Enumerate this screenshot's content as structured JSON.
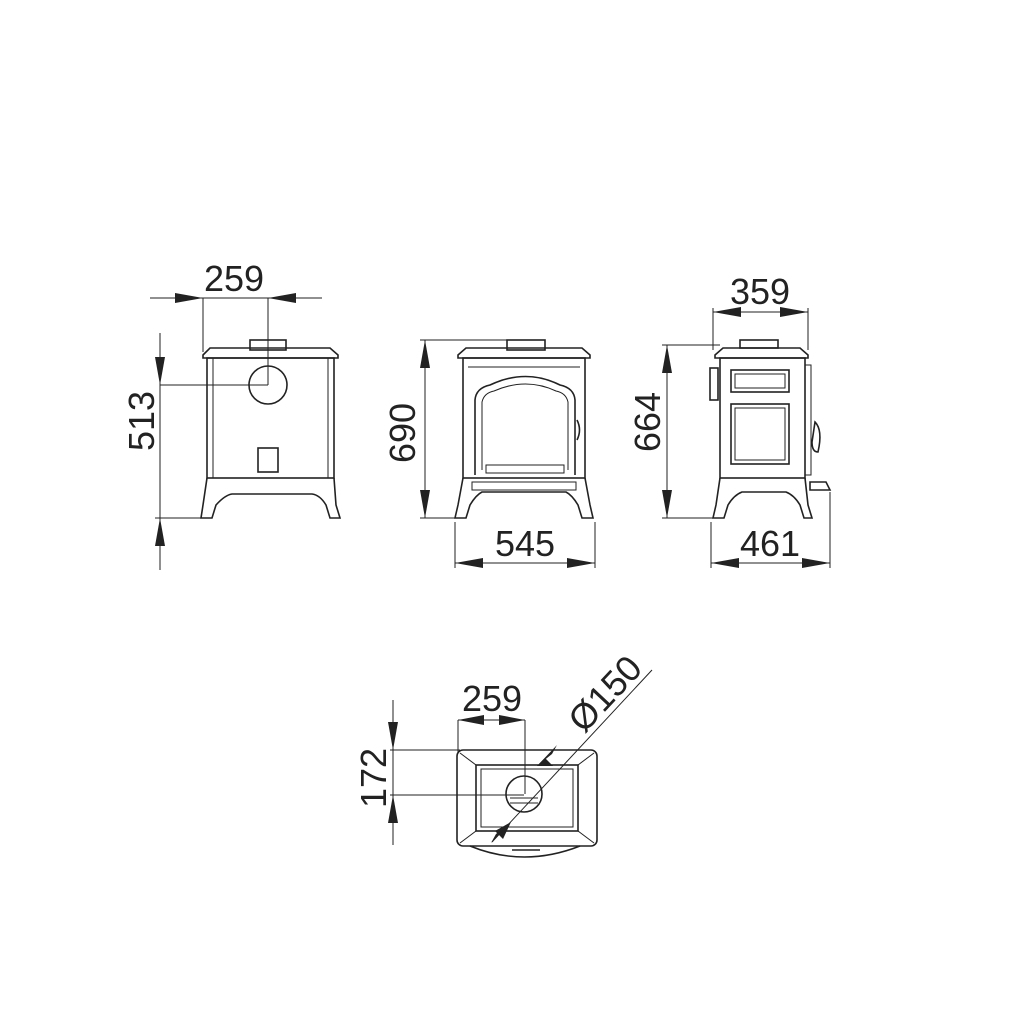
{
  "drawing": {
    "rear_view": {
      "width_to_flue": "259",
      "height_to_flue": "513"
    },
    "front_view": {
      "height": "690",
      "width": "545"
    },
    "side_view": {
      "depth_to_flue": "359",
      "height": "664",
      "depth": "461"
    },
    "top_view": {
      "width_to_flue": "259",
      "depth_to_flue": "172",
      "flue_diameter": "Ø150"
    }
  },
  "colors": {
    "line": "#222222",
    "background": "#ffffff"
  }
}
